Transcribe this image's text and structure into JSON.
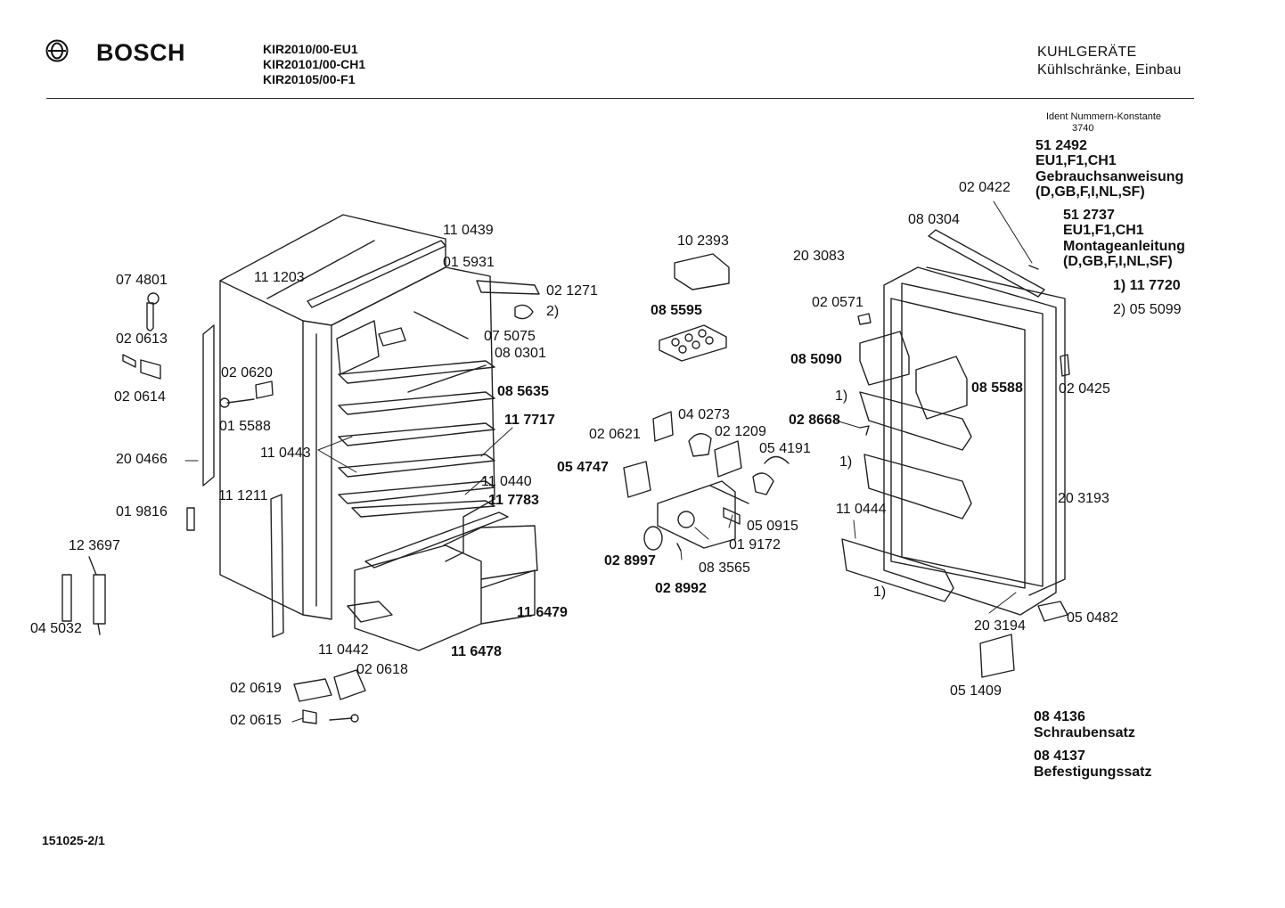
{
  "header": {
    "brand": "BOSCH",
    "models": [
      "KIR2010/00-EU1",
      "KIR20101/00-CH1",
      "KIR20105/00-F1"
    ],
    "category": "KUHLGERÄTE",
    "subcategory": "Kühlschränke, Einbau"
  },
  "ident": {
    "caption": "Ident Nummern-Konstante",
    "value": "3740"
  },
  "documents": [
    {
      "number": "51 2492",
      "variants": "EU1,F1,CH1",
      "title": "Gebrauchsanweisung",
      "langs": "(D,GB,F,I,NL,SF)"
    },
    {
      "number": "51 2737",
      "variants": "EU1,F1,CH1",
      "title": "Montageanleitung",
      "langs": "(D,GB,F,I,NL,SF)"
    }
  ],
  "footnotes": [
    "1) 11 7720",
    "2) 05 5099"
  ],
  "kits": [
    {
      "number": "08 4136",
      "title": "Schraubensatz"
    },
    {
      "number": "08 4137",
      "title": "Befestigungssatz"
    }
  ],
  "footer": {
    "code": "151025-2/1"
  },
  "parts": {
    "p110439": "11 0439",
    "p015931": "01 5931",
    "p111203": "11 1203",
    "p074801": "07 4801",
    "p021271": "02 1271",
    "p2a": "2)",
    "p020613": "02 0613",
    "p075075": "07 5075",
    "p080301": "08 0301",
    "p020620": "02 0620",
    "p020614": "02 0614",
    "p085635": "08 5635",
    "p015588": "01 5588",
    "p117717": "11 7717",
    "p200466": "20 0466",
    "p110443": "11 0443",
    "p111211": "11 1211",
    "p110440": "11 0440",
    "p117783": "11 7783",
    "p019816": "01 9816",
    "p123697": "12 3697",
    "p116479": "11 6479",
    "p045032": "04 5032",
    "p110442": "11 0442",
    "p116478": "11 6478",
    "p020618": "02 0618",
    "p020619": "02 0619",
    "p020615": "02 0615",
    "p102393": "10 2393",
    "p085595": "08 5595",
    "p040273": "04 0273",
    "p020621": "02 0621",
    "p021209": "02 1209",
    "p054191": "05 4191",
    "p054747": "05 4747",
    "p050915": "05 0915",
    "p019172": "01 9172",
    "p028997": "02 8997",
    "p083565": "08 3565",
    "p028992": "02 8992",
    "p020422": "02 0422",
    "p080304": "08 0304",
    "p203083": "20 3083",
    "p020571": "02 0571",
    "p085090": "08 5090",
    "p1a": "1)",
    "p085588": "08 5588",
    "p020425": "02 0425",
    "p028668": "02 8668",
    "p1b": "1)",
    "p203193": "20 3193",
    "p110444": "11 0444",
    "p1c": "1)",
    "p203194": "20 3194",
    "p050482": "05 0482",
    "p051409": "05 1409"
  },
  "icons": [
    "bosch-logo-icon"
  ]
}
